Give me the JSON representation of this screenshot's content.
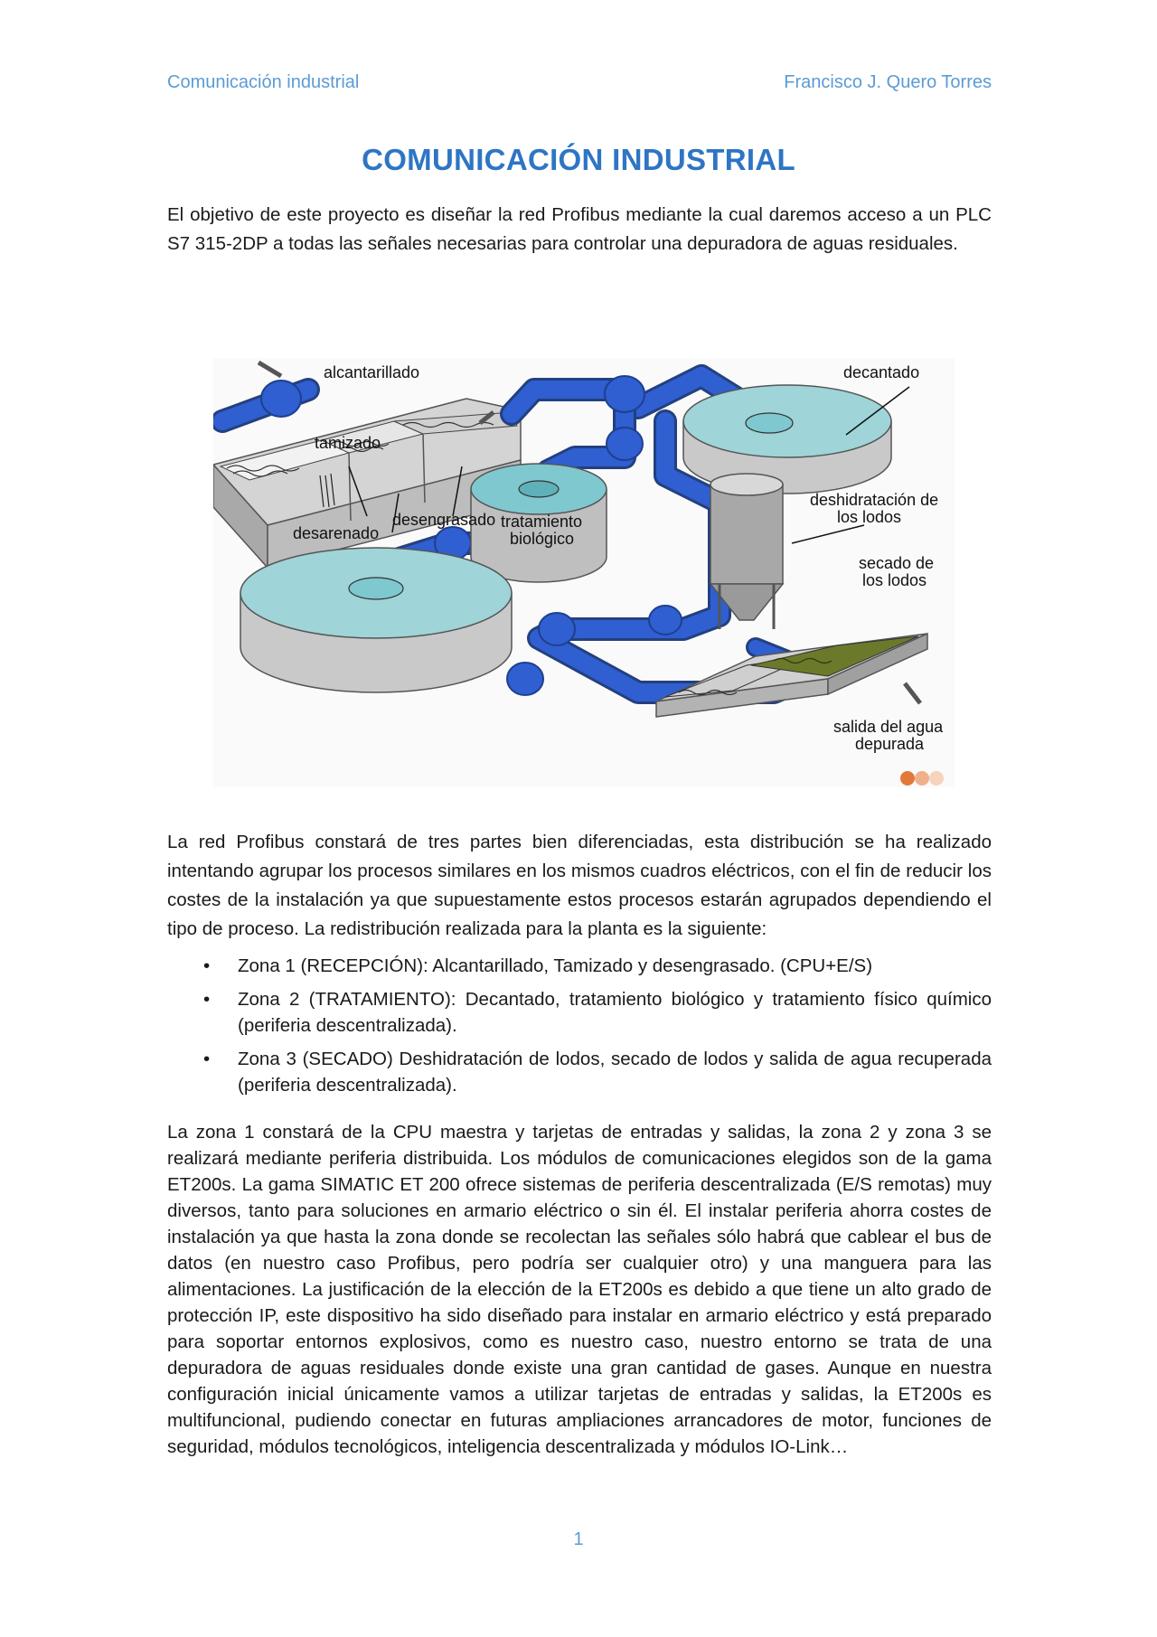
{
  "header": {
    "left": "Comunicación industrial",
    "right": "Francisco J. Quero Torres"
  },
  "title": "COMUNICACIÓN INDUSTRIAL",
  "intro": "El objetivo de este proyecto es diseñar la red Profibus mediante la cual daremos acceso a un PLC S7 315-2DP a todas las señales necesarias para controlar una depuradora de aguas residuales.",
  "figure": {
    "labels": {
      "alcantarillado": "alcantarillado",
      "tamizado": "tamizado",
      "desarenado": "desarenado",
      "desengrasado": "desengrasado",
      "tratamiento_1": "tratamiento",
      "tratamiento_2": "biológico",
      "decantado": "decantado",
      "deshidratacion_1": "deshidratación de",
      "deshidratacion_2": "los lodos",
      "secado_1": "secado de",
      "secado_2": "los lodos",
      "salida_1": "salida del agua",
      "salida_2": "depurada"
    },
    "colors": {
      "pipe": "#2f5fd0",
      "water": "#7fc8cf",
      "tank": "#c9c9c9",
      "sludge": "#6b7a2a",
      "dots": [
        "#e2793a",
        "#f0b08a",
        "#f6d3bd"
      ]
    }
  },
  "paragraph2": "La red Profibus constará de tres partes bien diferenciadas, esta distribución se ha realizado intentando agrupar los procesos similares en los mismos cuadros eléctricos, con el fin de reducir los costes de la instalación ya que supuestamente estos procesos estarán agrupados dependiendo el tipo de proceso. La redistribución realizada para la planta es la siguiente:",
  "zones": [
    "Zona 1 (RECEPCIÓN): Alcantarillado, Tamizado y desengrasado. (CPU+E/S)",
    "Zona 2 (TRATAMIENTO): Decantado, tratamiento biológico y tratamiento físico químico (periferia descentralizada).",
    "Zona 3 (SECADO) Deshidratación de lodos, secado de lodos y salida de agua recuperada (periferia descentralizada)."
  ],
  "paragraph3": "La zona 1 constará de la CPU maestra y tarjetas de entradas y salidas, la zona 2 y zona 3 se realizará mediante periferia distribuida. Los módulos de comunicaciones elegidos son de la gama ET200s. La gama SIMATIC ET 200 ofrece sistemas de periferia descentralizada (E/S remotas) muy diversos, tanto para soluciones en armario eléctrico o sin él. El instalar periferia ahorra costes de instalación ya que hasta la zona donde se recolectan las señales sólo habrá que cablear el bus de datos (en nuestro caso Profibus, pero podría ser cualquier otro) y una manguera para las alimentaciones. La justificación de la elección de la ET200s es debido a que tiene un alto grado de protección IP, este dispositivo ha sido diseñado para instalar en armario eléctrico y está preparado para soportar entornos explosivos, como es nuestro caso, nuestro entorno se trata de una depuradora de aguas residuales donde existe una gran cantidad de gases. Aunque en nuestra configuración inicial únicamente vamos a utilizar tarjetas de entradas y salidas, la ET200s es multifuncional, pudiendo conectar en futuras ampliaciones arrancadores de motor, funciones de seguridad, módulos tecnológicos, inteligencia descentralizada y módulos IO-Link…",
  "page_number": "1"
}
